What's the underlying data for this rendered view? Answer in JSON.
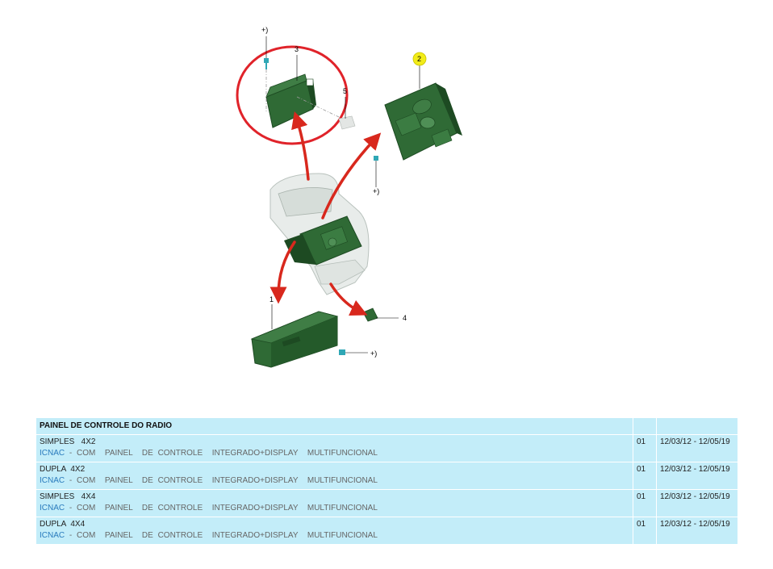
{
  "diagram": {
    "callouts": {
      "c1": "1",
      "c2": "2",
      "c3": "3",
      "c4": "4",
      "c5": "5",
      "s1": "+)",
      "s2": "+)",
      "s3": "+)"
    },
    "colors": {
      "part_green": "#2f6a35",
      "part_dark": "#1d4a22",
      "highlight_circle": "#e0232a",
      "arrow": "#d8281d",
      "badge_yellow": "#f2ec19",
      "screw_teal": "#2fa7b5"
    }
  },
  "table": {
    "header": "PAINEL DE CONTROLE DO RADIO",
    "rows": [
      {
        "variant": "SIMPLES   4X2",
        "code": "ICNAC",
        "description": " - COM  PAINEL  DE CONTROLE  INTEGRADO+DISPLAY  MULTIFUNCIONAL",
        "qty": "01",
        "dates": "12/03/12 - 12/05/19"
      },
      {
        "variant": "DUPLA  4X2",
        "code": "ICNAC",
        "description": " - COM  PAINEL  DE CONTROLE  INTEGRADO+DISPLAY  MULTIFUNCIONAL",
        "qty": "01",
        "dates": "12/03/12 - 12/05/19"
      },
      {
        "variant": "SIMPLES   4X4",
        "code": "ICNAC",
        "description": " - COM  PAINEL  DE CONTROLE  INTEGRADO+DISPLAY  MULTIFUNCIONAL",
        "qty": "01",
        "dates": "12/03/12 - 12/05/19"
      },
      {
        "variant": "DUPLA  4X4",
        "code": "ICNAC",
        "description": " - COM  PAINEL  DE CONTROLE  INTEGRADO+DISPLAY  MULTIFUNCIONAL",
        "qty": "01",
        "dates": "12/03/12 - 12/05/19"
      }
    ]
  }
}
